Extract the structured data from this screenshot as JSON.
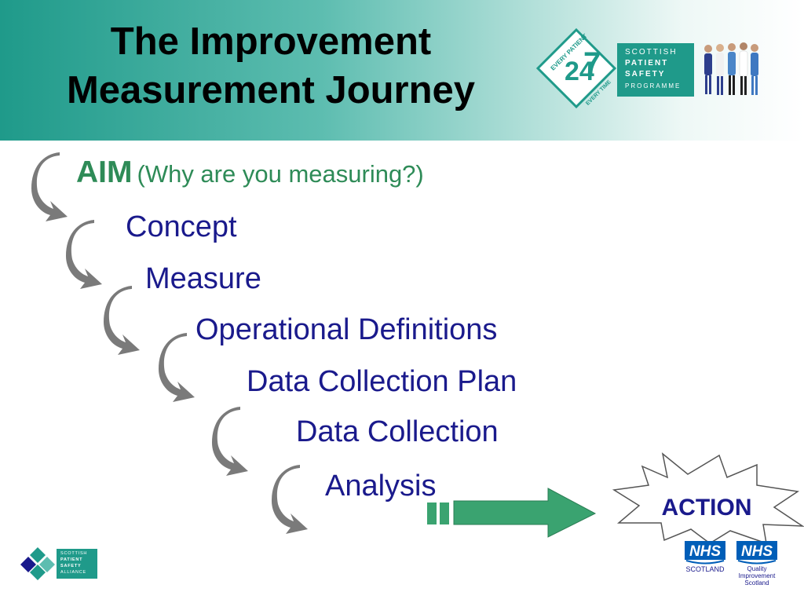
{
  "header": {
    "title_line1": "The Improvement",
    "title_line2": "Measurement Journey",
    "badge": {
      "top": "EVERY PATIENT",
      "bottom": "EVERY TIME",
      "num1": "24",
      "num2": "7"
    },
    "programme": [
      "SCOTTISH",
      "PATIENT",
      "SAFETY",
      "PROGRAMME"
    ]
  },
  "steps": {
    "aim": "AIM",
    "aim_question": "(Why are you measuring?)",
    "concept": "Concept",
    "measure": "Measure",
    "operational_definitions": "Operational  Definitions",
    "data_collection_plan": "Data Collection Plan",
    "data_collection": "Data Collection",
    "analysis": "Analysis"
  },
  "action": "ACTION",
  "footer": {
    "alliance": [
      "SCOTTISH",
      "PATIENT",
      "SAFETY",
      "ALLIANCE"
    ],
    "nhs1": {
      "mark": "NHS",
      "sub": "SCOTLAND"
    },
    "nhs2": {
      "mark": "NHS",
      "sub_lines": [
        "Quality",
        "Improvement",
        "Scotland"
      ]
    }
  },
  "colors": {
    "teal": "#1f9a8a",
    "navy": "#1a1a8c",
    "green": "#2e8b57",
    "arrow_green": "#3aa370",
    "arrow_grey": "#7a7a7a",
    "nhs_blue": "#005eb8"
  }
}
